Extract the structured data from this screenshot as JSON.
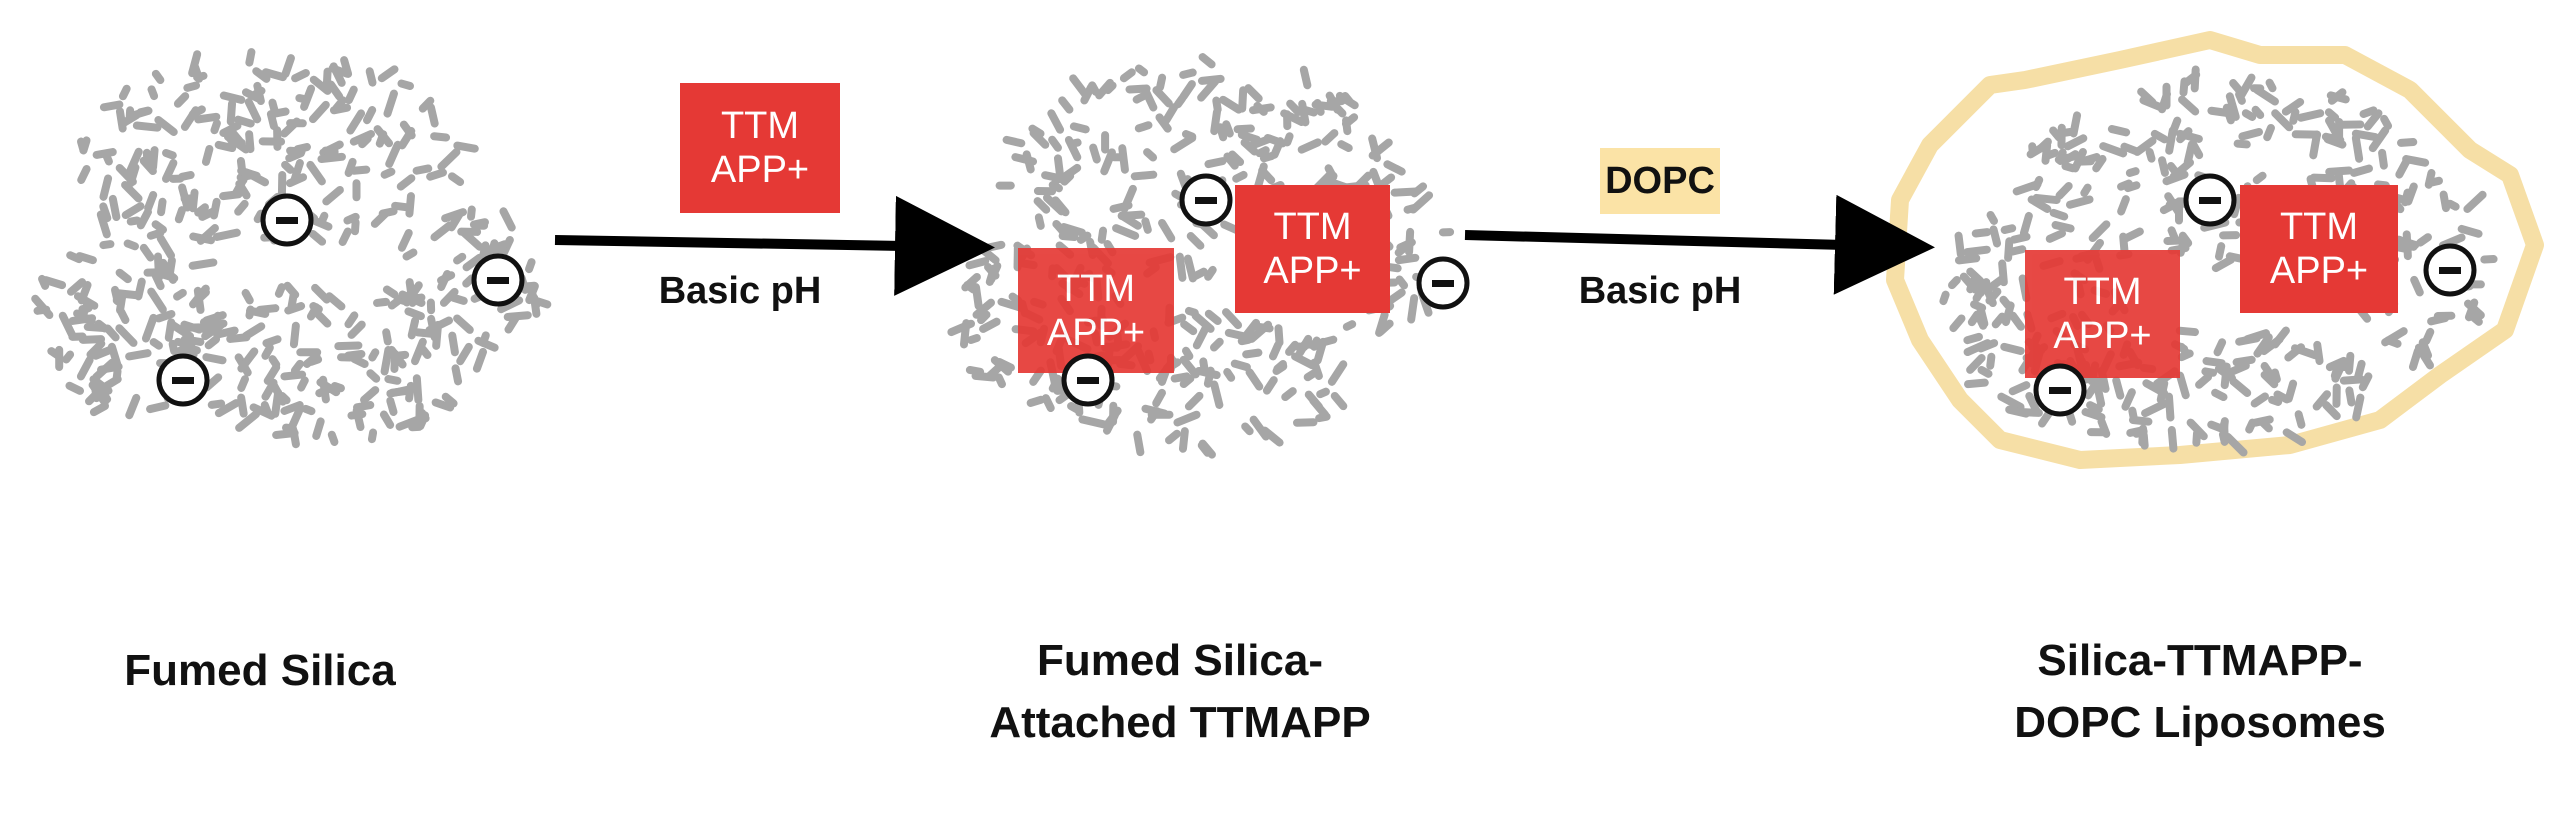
{
  "stages": [
    {
      "caption_lines": [
        "Fumed Silica"
      ]
    },
    {
      "caption_lines": [
        "Fumed Silica-",
        "Attached TTMAPP"
      ]
    },
    {
      "caption_lines": [
        "Silica-TTMAPP-",
        "DOPC Liposomes"
      ]
    }
  ],
  "reagents": [
    {
      "lines": [
        "TTM",
        "APP+"
      ],
      "condition": "Basic pH"
    },
    {
      "lines": [
        "DOPC"
      ],
      "condition": "Basic pH"
    }
  ],
  "attached_label": {
    "lines": [
      "TTM",
      "APP+"
    ]
  },
  "charge_symbol": "−",
  "colors": {
    "silica": "#a6a6a6",
    "ttmapp_red": "#e53935",
    "dopc_yellow": "#fbe3a6",
    "membrane": "#f6dfa6",
    "arrow": "#000000"
  }
}
